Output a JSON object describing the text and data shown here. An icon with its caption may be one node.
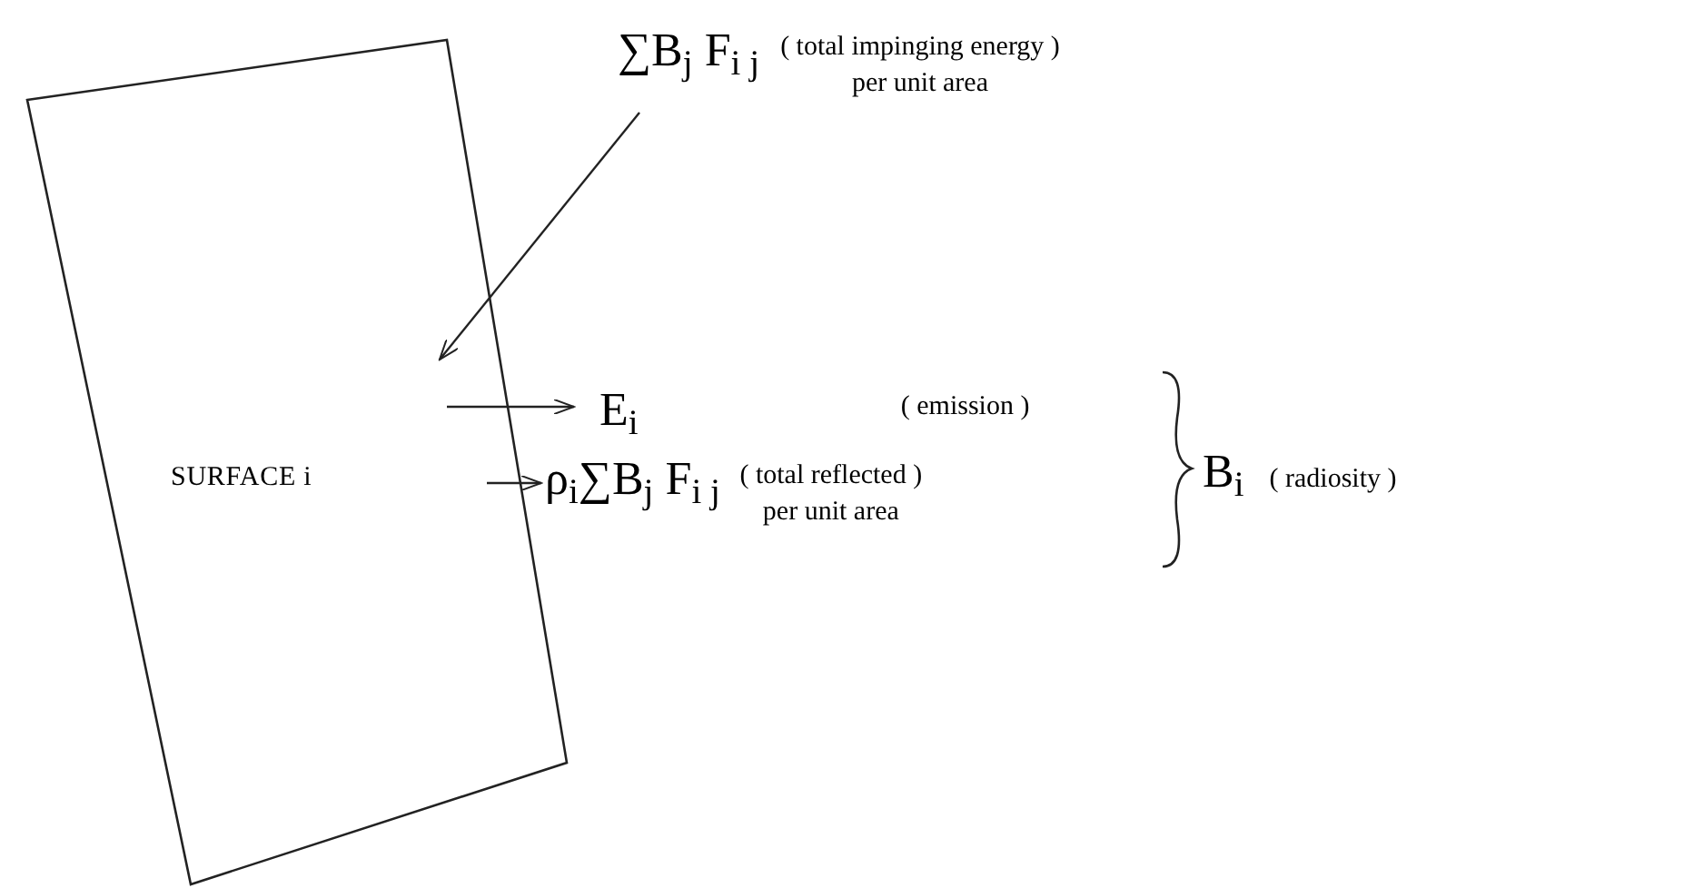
{
  "diagram": {
    "nodes": [
      {
        "text": [
          "SURFACE i"
        ]
      },
      {
        "text": [
          "∑B$_{j}$ F$_{i j}$",
          "( total impinging energy ) per unit area"
        ]
      },
      {
        "text": [
          "E$_{i}$",
          "( emission )"
        ]
      },
      {
        "text": [
          "ρ$_{i}$∑B$_{j}$ F$_{i j}$",
          "( total reflected ) per unit area"
        ]
      }
    ],
    "edges": [
      {
        "from": 1,
        "to": 0,
        "arrow": "to"
      },
      {
        "from": 0,
        "to": 2,
        "arrow": "to"
      },
      {
        "from": 0,
        "to": 3,
        "arrow": "to"
      }
    ],
    "labels": [
      "B$_{i}$",
      "( radiosity )"
    ]
  }
}
